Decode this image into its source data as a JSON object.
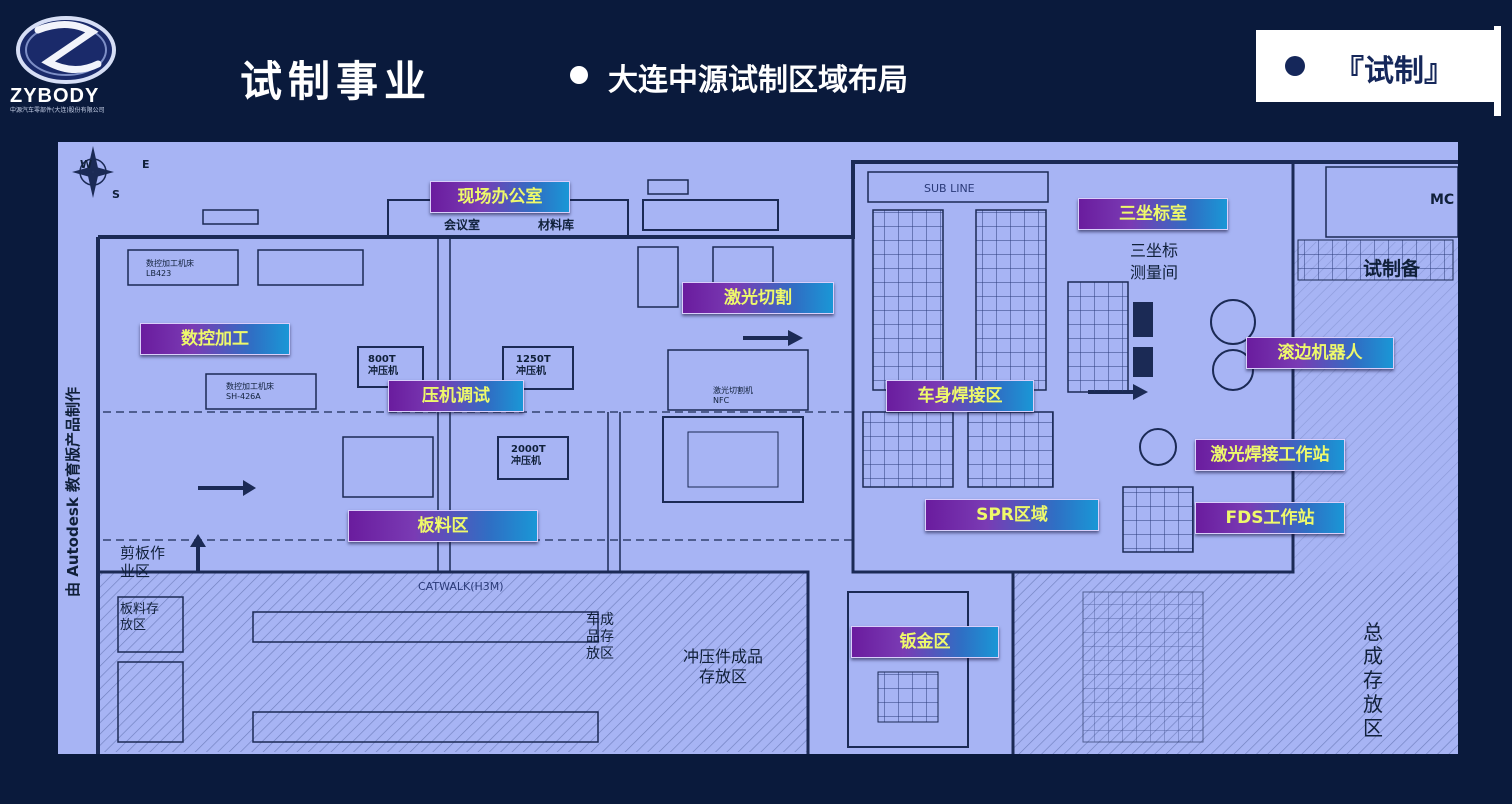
{
  "header": {
    "logo_text": "ZYBODY",
    "logo_subtext": "中源汽车零部件(大连)股份有限公司",
    "title": "试制事业",
    "subtitle": "大连中源试制区域布局",
    "tag": "『试制』"
  },
  "compass": {
    "n": "N",
    "s": "S",
    "e": "E",
    "w": "W"
  },
  "map_labels": {
    "office": "现场办公室",
    "cmm": "三坐标室",
    "laser_cut": "激光切割",
    "cnc": "数控加工",
    "hem_robot": "滚边机器人",
    "press_debug": "压机调试",
    "body_weld": "车身焊接区",
    "laser_weld": "激光焊接工作站",
    "sheet": "板料区",
    "spr": "SPR区域",
    "fds": "FDS工作站",
    "metal": "钣金区"
  },
  "plan_text": {
    "meeting_room": "会议室",
    "material_room": "材料库",
    "sub_line": "SUB LINE",
    "cmm_room": "三坐标\n测量间",
    "trial_prep": "试制备",
    "mc": "MC",
    "catwalk": "CATWALK(H3M)",
    "autodesk": "由 Autodesk 教育版产品制作",
    "cnc_machine1": "数控加工机床\nLB423",
    "cnc_machine2": "数控加工机床\nSH-426A",
    "laser_machine": "激光切割机\nNFC",
    "shear": "剪板作\n业区",
    "sheet_store": "板料存\n放区",
    "finished_store": "冲压件成品\n存放区",
    "car_store": "车成\n品存\n放区",
    "assembly_store": "总\n成\n存\n放\n区",
    "press1": "800T\n冲压机",
    "press2": "1250T\n冲压机",
    "press3": "2000T\n冲压机"
  },
  "colors": {
    "background": "#0a1a3c",
    "map_bg": "#a7b4f4",
    "line": "#1b2a55",
    "label_text": "#eef96b"
  }
}
